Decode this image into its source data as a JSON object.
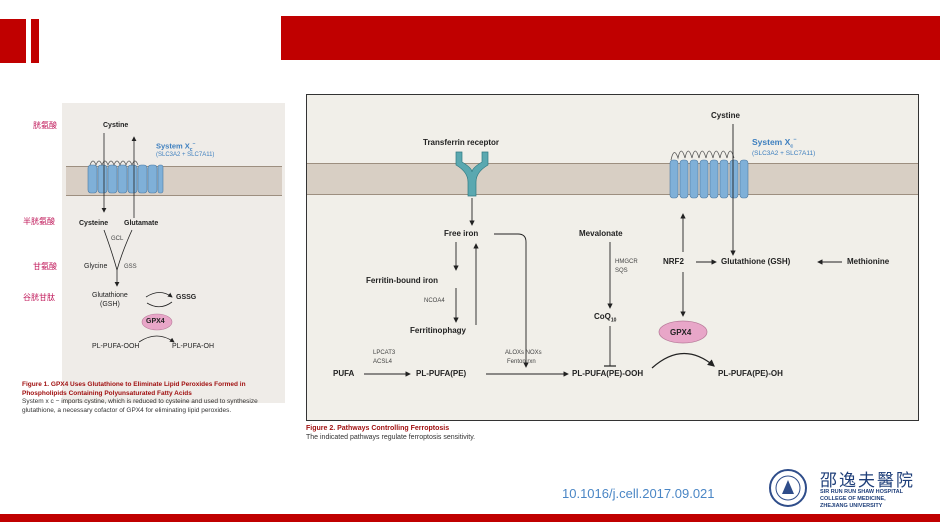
{
  "slide": {
    "colors": {
      "accent_red": "#c00000",
      "doi_blue": "#4a86c5",
      "membrane": "#d8cfc4",
      "transporter": "#7fb0d8",
      "gpx4": "#e8a6c8"
    },
    "doi": "10.1016/j.cell.2017.09.021",
    "logo": {
      "cn_name": "邵逸夫醫院",
      "en_line1": "SIR RUN RUN SHAW HOSPITAL",
      "en_line2": "COLLEGE OF MEDICINE,",
      "en_line3": "ZHEJIANG UNIVERSITY"
    }
  },
  "left_figure": {
    "cn_labels": {
      "cystine": "胱氨酸",
      "cysteine": "半胱氨酸",
      "glycine": "甘氨酸",
      "gsh": "谷胱甘肽"
    },
    "cystine": "Cystine",
    "system_xc": "System X",
    "system_xc_sub": "c",
    "system_xc_sup": "−",
    "transporter_genes": "(SLC3A2 + SLC7A11)",
    "cysteine": "Cysteine",
    "glutamate": "Glutamate",
    "gcl": "GCL",
    "glycine": "Glycine",
    "gss": "GSS",
    "glutathione": "Glutathione",
    "gsh": "(GSH)",
    "gssg": "GSSG",
    "gpx4": "GPX4",
    "pl_pufa_ooh": "PL-PUFA-OOH",
    "pl_pufa_oh": "PL-PUFA-OH",
    "caption_title": "Figure 1. GPX4 Uses Glutathione to Eliminate Lipid Peroxides Formed in Phospholipids Containing Polyunsaturated Fatty Acids",
    "caption_text": "System x c − imports cystine, which is reduced to cysteine and used to synthesize glutathione, a necessary cofactor of GPX4 for eliminating lipid peroxides."
  },
  "right_figure": {
    "transferrin_receptor": "Transferrin receptor",
    "cystine": "Cystine",
    "system_xc": "System X",
    "system_xc_sub": "c",
    "system_xc_sup": "−",
    "transporter_genes": "(SLC3A2 + SLC7A11)",
    "free_iron": "Free iron",
    "ferritin_bound": "Ferritin-bound iron",
    "ncoa4": "NCOA4",
    "ferritinophagy": "Ferritinophagy",
    "mevalonate": "Mevalonate",
    "hmgcr": "HMGCR",
    "sqs": "SQS",
    "coq": "CoQ",
    "coq_sub": "10",
    "nrf2": "NRF2",
    "gsh": "Glutathione (GSH)",
    "methionine": "Methionine",
    "gpx4": "GPX4",
    "pufa": "PUFA",
    "lpcat3": "LPCAT3",
    "acsl4": "ACSL4",
    "pl_pufa_pe": "PL-PUFA(PE)",
    "alox": "ALOXs NOXs",
    "fenton": "Fenton rxn",
    "pl_pufa_pe_ooh": "PL-PUFA(PE)-OOH",
    "pl_pufa_pe_oh": "PL-PUFA(PE)-OH",
    "caption_title": "Figure 2.  Pathways Controlling Ferroptosis",
    "caption_text": "The indicated pathways regulate ferroptosis sensitivity."
  }
}
